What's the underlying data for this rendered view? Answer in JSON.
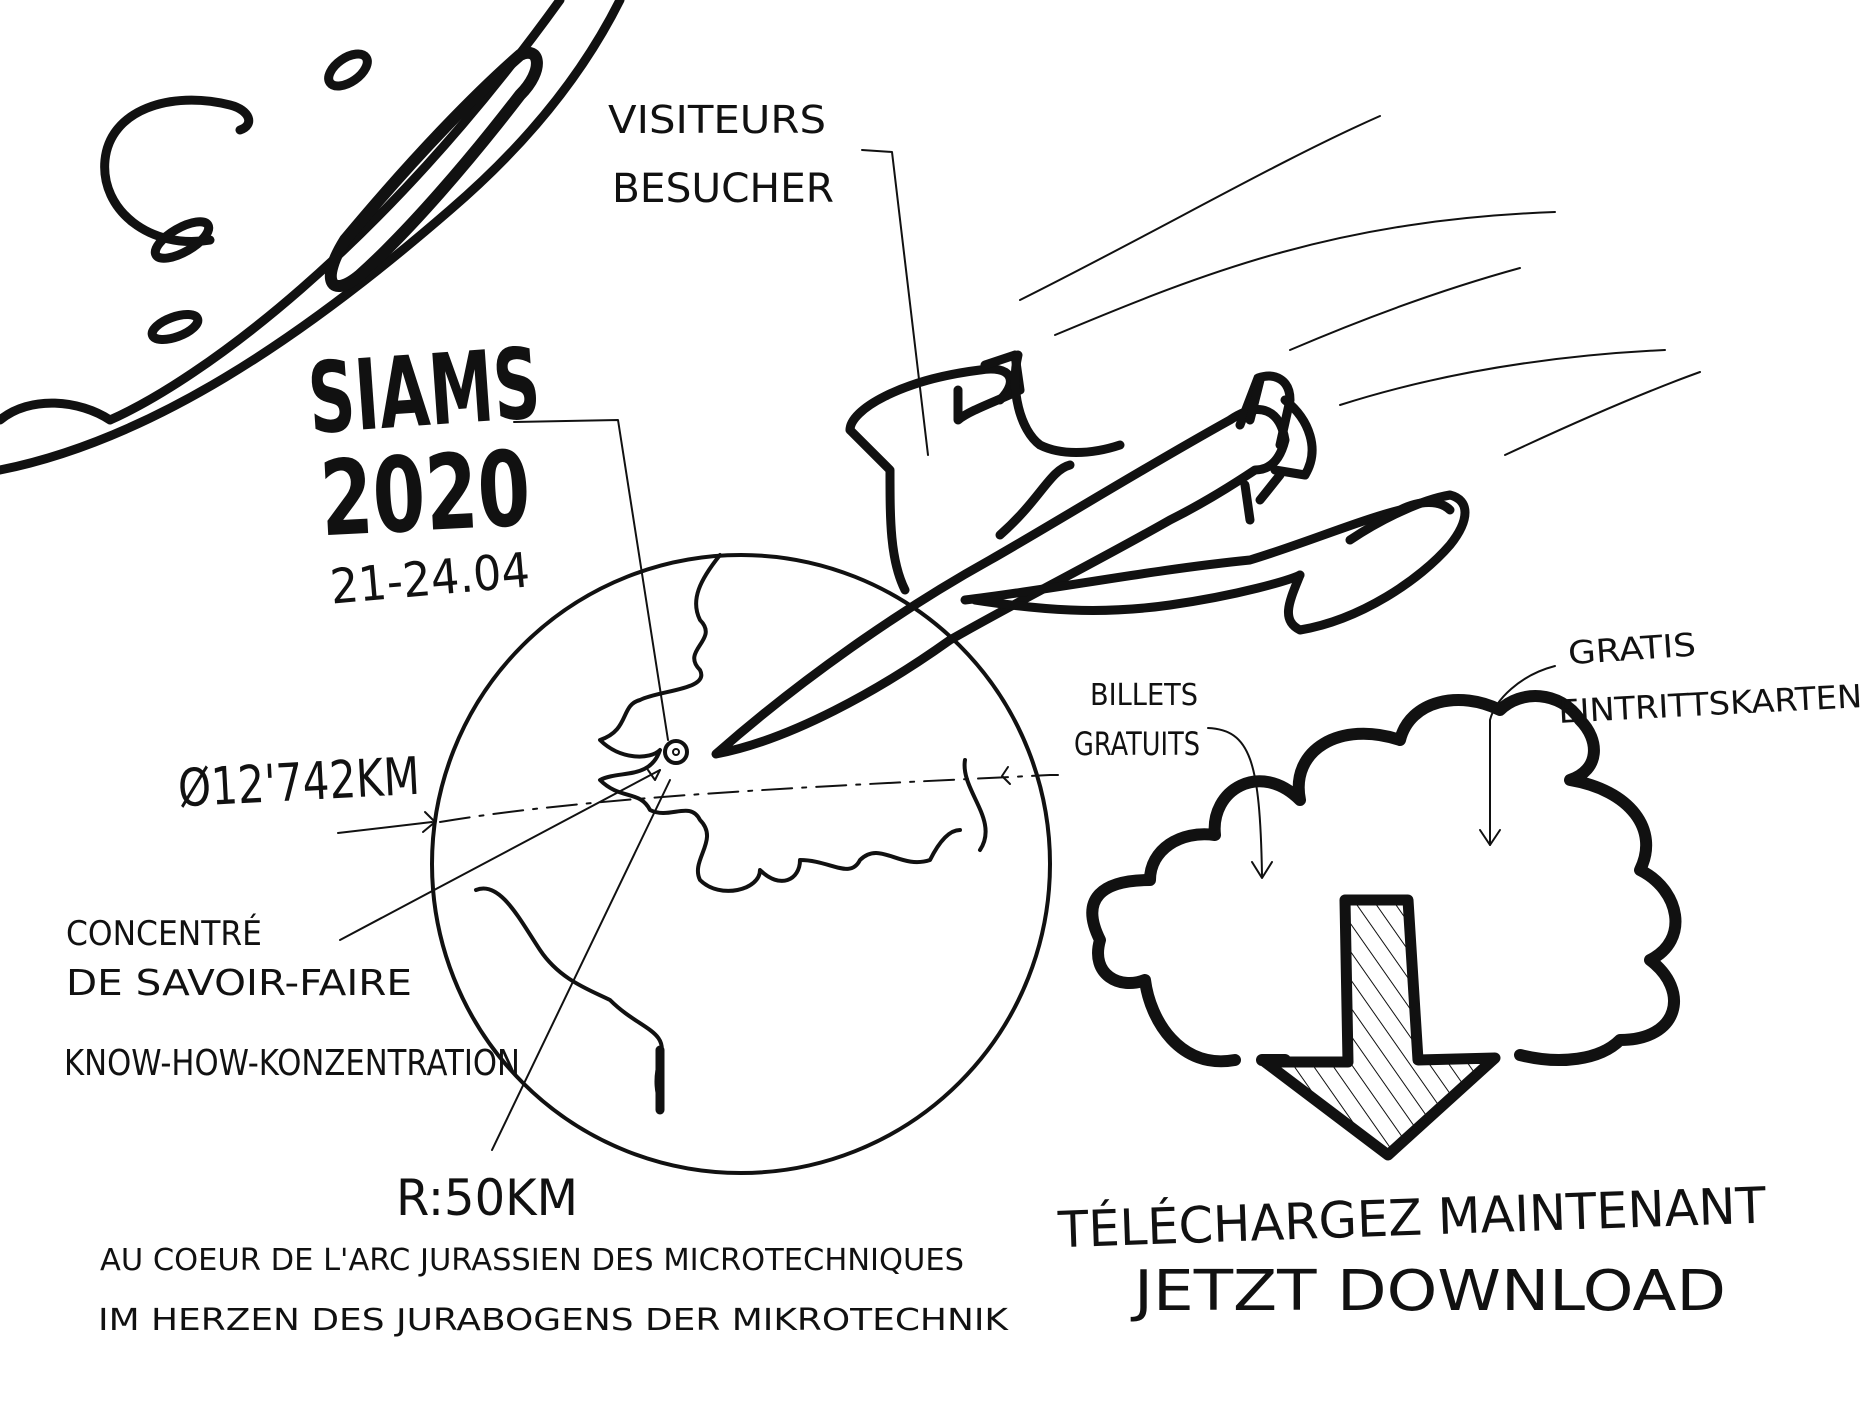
{
  "title": {
    "event": "SIAMS",
    "year": "2020",
    "dates": "21-24.04"
  },
  "labels": {
    "visitors_fr": "VISITEURS",
    "visitors_de": "BESUCHER",
    "diameter": "Ø12'742km",
    "concentration_fr_1": "CONCENTRÉ",
    "concentration_fr_2": "DE SAVOIR-FAIRE",
    "concentration_de": "KNOW-HOW-KONZENTRATION",
    "radius": "r:50km",
    "arc_fr": "AU COEUR DE L'ARC JURASSIEN DES MICROTECHNIQUES",
    "arc_de": "IM HERZEN DES JURABOGENS DER MIKROTECHNIK",
    "tickets_fr_1": "BILLETS",
    "tickets_fr_2": "GRATUITS",
    "tickets_de_1": "GRATIS",
    "tickets_de_2": "EINTRITTSKARTEN",
    "download_fr": "TÉLÉCHARGEZ MAINTENANT",
    "download_de": "JETZT DOWNLOAD"
  },
  "icons": {
    "moon": "moon-icon",
    "plane": "airplane-icon",
    "earth": "earth-globe-icon",
    "cloud": "cloud-download-icon"
  }
}
